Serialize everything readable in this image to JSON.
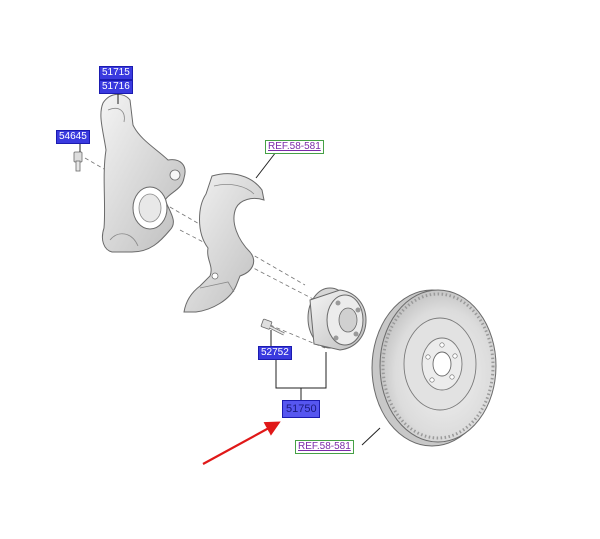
{
  "callouts": {
    "knuckle_a": "51715",
    "knuckle_b": "51716",
    "bolt_left": "54645",
    "splash_shield_ref": "REF.58-581",
    "hub_bolt": "52752",
    "hub_assembly": "51750",
    "disc_ref": "REF.58-581"
  },
  "colors": {
    "part_label_bg": "#3a3adf",
    "ref_label_text": "#7a2aa8",
    "ref_label_border": "#46a046",
    "highlight_arrow": "#e01818",
    "part_fill": "#e4e4e4",
    "part_stroke": "#6a6a6a"
  }
}
